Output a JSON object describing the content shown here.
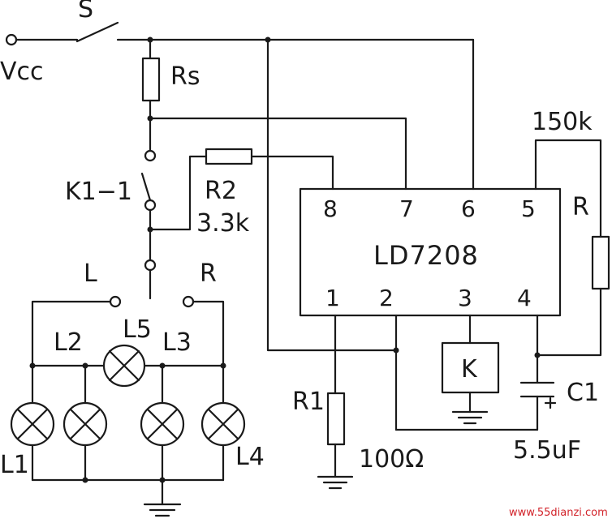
{
  "labels": {
    "switch": "S",
    "vcc": "Vcc",
    "rs": "Rs",
    "k11": "K1−1",
    "r2_name": "R2",
    "r2_value": "3.3k",
    "l": "L",
    "r_switch": "R",
    "l5": "L5",
    "l2": "L2",
    "l3": "L3",
    "l1": "L1",
    "l4": "L4",
    "r1_name": "R1",
    "r1_value": "100Ω",
    "r_res": "R",
    "r_value": "150k",
    "relay": "K",
    "c1_name": "C1",
    "c1_value": "5.5uF"
  },
  "ic": {
    "name": "LD7208",
    "pins_top": [
      "8",
      "7",
      "6",
      "5"
    ],
    "pins_bottom": [
      "1",
      "2",
      "3",
      "4"
    ]
  },
  "watermark": "www.55dianzi.com"
}
